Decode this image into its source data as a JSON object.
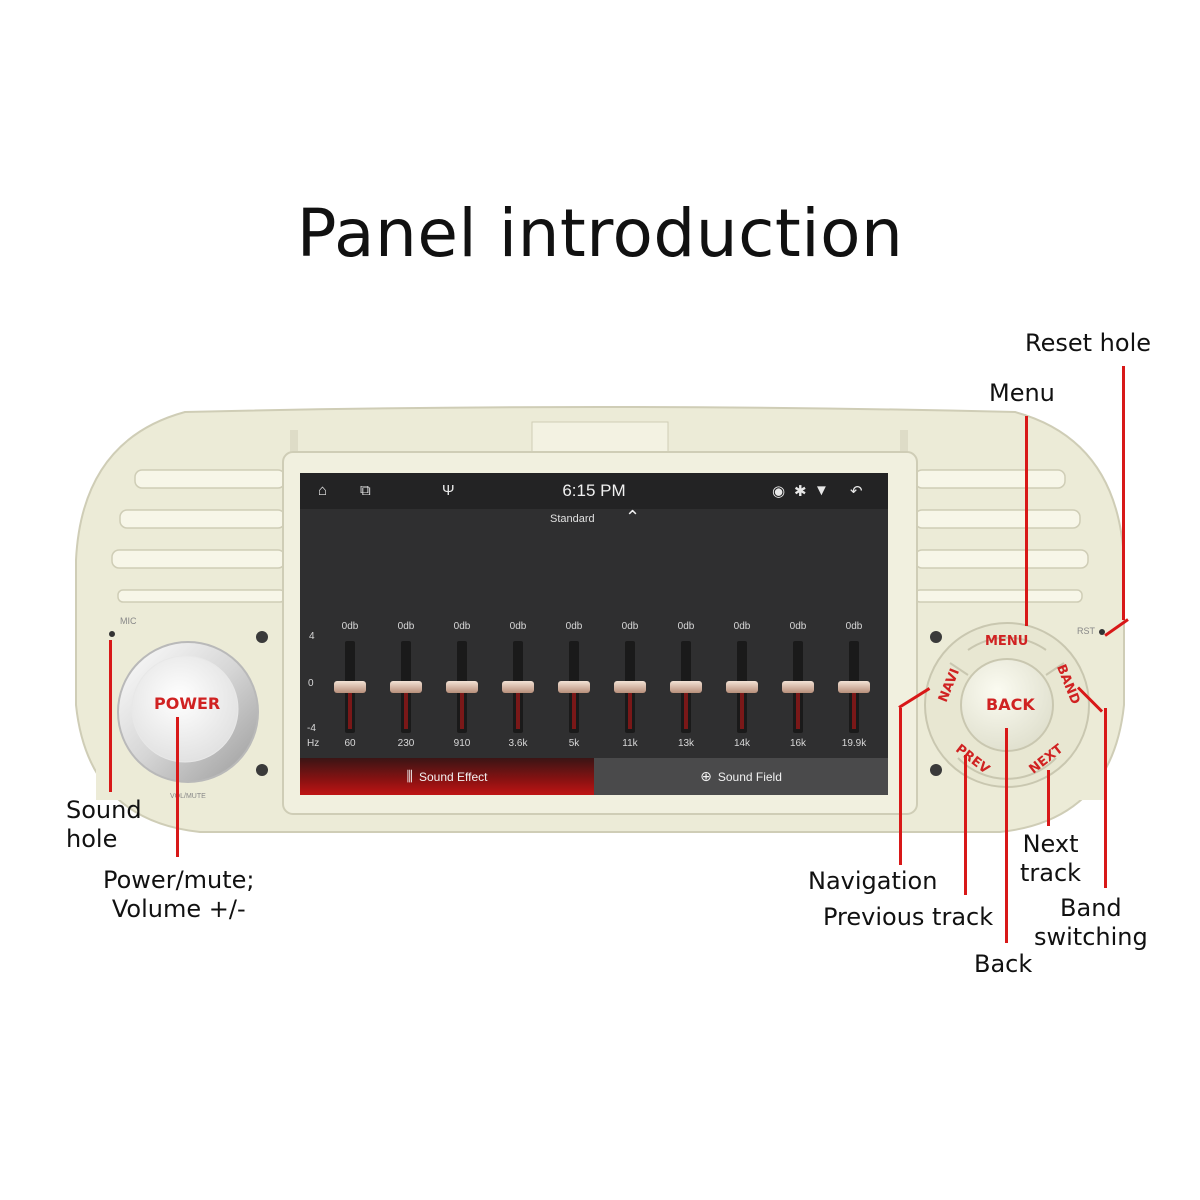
{
  "title": "Panel introduction",
  "callouts": {
    "reset_hole": "Reset hole",
    "menu": "Menu",
    "sound_hole": "Sound\nhole",
    "power_mute": "Power/mute;\nVolume +/-",
    "navigation": "Navigation",
    "previous_track": "Previous track",
    "next_track": "Next\ntrack",
    "band_switching": "Band\nswitching",
    "back": "Back"
  },
  "panel_labels": {
    "mic": "MIC",
    "rst": "RST",
    "vol_mute": "VOL/MUTE",
    "power": "POWER",
    "menu_btn": "MENU",
    "navi_btn": "NAVI",
    "band_btn": "BAND",
    "back_btn": "BACK",
    "prev_btn": "PREV",
    "next_btn": "NEXT"
  },
  "screen": {
    "time": "6:15 PM",
    "preset": "Standard",
    "axis": {
      "top": "4",
      "mid": "0",
      "bottom": "-4",
      "unit": "Hz"
    },
    "bands": [
      {
        "freq": "60",
        "level": "0db",
        "value": 0
      },
      {
        "freq": "230",
        "level": "0db",
        "value": 0
      },
      {
        "freq": "910",
        "level": "0db",
        "value": 0
      },
      {
        "freq": "3.6k",
        "level": "0db",
        "value": 0
      },
      {
        "freq": "5k",
        "level": "0db",
        "value": 0
      },
      {
        "freq": "11k",
        "level": "0db",
        "value": 0
      },
      {
        "freq": "13k",
        "level": "0db",
        "value": 0
      },
      {
        "freq": "14k",
        "level": "0db",
        "value": 0
      },
      {
        "freq": "16k",
        "level": "0db",
        "value": 0
      },
      {
        "freq": "19.9k",
        "level": "0db",
        "value": 0
      }
    ],
    "tabs": {
      "sound_effect": "Sound Effect",
      "sound_field": "Sound Field"
    },
    "icons": [
      "home-icon",
      "recent-apps-icon",
      "usb-icon",
      "location-icon",
      "bluetooth-icon",
      "wifi-icon",
      "back-arrow-icon"
    ]
  },
  "colors": {
    "accent_red": "#d81818",
    "panel": "#eeeedd"
  }
}
